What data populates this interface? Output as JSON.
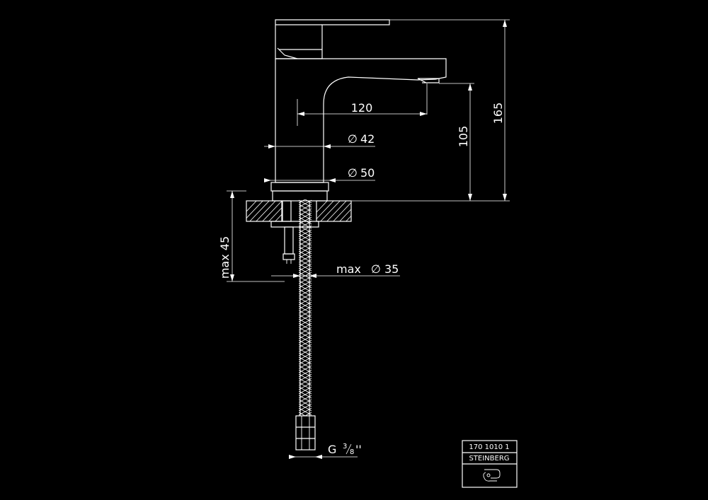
{
  "drawing": {
    "dimensions": {
      "spout_reach": "120",
      "spout_height": "105",
      "total_height": "165",
      "body_diameter": "42",
      "base_diameter": "50",
      "max_mount_thickness": "max 45",
      "max_hole_prefix": "max",
      "max_hole_diameter": "35",
      "thread_prefix": "G",
      "thread_num": "3",
      "thread_den": "8",
      "thread_suffix": "''"
    },
    "diameter_symbol": "∅",
    "title_block": {
      "article_number": "170 1010 1",
      "brand": "STEINBERG"
    }
  }
}
